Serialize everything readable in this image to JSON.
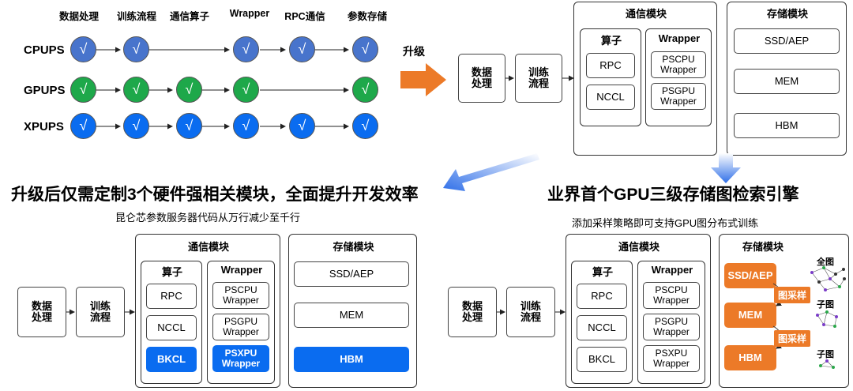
{
  "matrix": {
    "headers": [
      "数据处理",
      "训练流程",
      "通信算子",
      "Wrapper",
      "RPC通信",
      "参数存储"
    ],
    "rows": [
      {
        "label": "CPUPS",
        "cls": "c-cpu",
        "cells": [
          1,
          1,
          0,
          1,
          1,
          1
        ]
      },
      {
        "label": "GPUPS",
        "cls": "c-gpu",
        "cells": [
          1,
          1,
          1,
          1,
          0,
          1
        ]
      },
      {
        "label": "XPUPS",
        "cls": "c-xpu",
        "cells": [
          1,
          1,
          1,
          1,
          1,
          1
        ]
      }
    ],
    "check": "√"
  },
  "upgrade_label": "升级",
  "arch_top": {
    "data_proc": "数据\n处理",
    "train": "训练\n流程",
    "comm_title": "通信模块",
    "op_title": "算子",
    "wrapper_title": "Wrapper",
    "ops": [
      "RPC",
      "NCCL"
    ],
    "wrappers": [
      "PSCPU\nWrapper",
      "PSGPU\nWrapper"
    ],
    "storage_title": "存储模块",
    "storage": [
      "SSD/AEP",
      "MEM",
      "HBM"
    ]
  },
  "left": {
    "title": "升级后仅需定制3个硬件强相关模块，全面提升开发效率",
    "subtitle": "昆仑芯参数服务器代码从万行减少至千行",
    "data_proc": "数据\n处理",
    "train": "训练\n流程",
    "comm_title": "通信模块",
    "op_title": "算子",
    "wrapper_title": "Wrapper",
    "ops": [
      "RPC",
      "NCCL",
      "BKCL"
    ],
    "wrappers": [
      "PSCPU\nWrapper",
      "PSGPU\nWrapper",
      "PSXPU\nWrapper"
    ],
    "storage_title": "存储模块",
    "storage": [
      "SSD/AEP",
      "MEM",
      "HBM"
    ]
  },
  "right": {
    "title": "业界首个GPU三级存储图检索引擎",
    "subtitle": "添加采样策略即可支持GPU图分布式训练",
    "data_proc": "数据\n处理",
    "train": "训练\n流程",
    "comm_title": "通信模块",
    "op_title": "算子",
    "wrapper_title": "Wrapper",
    "ops": [
      "RPC",
      "NCCL",
      "BKCL"
    ],
    "wrappers": [
      "PSCPU\nWrapper",
      "PSGPU\nWrapper",
      "PSXPU\nWrapper"
    ],
    "storage_title": "存储模块",
    "storage": [
      "SSD/AEP",
      "MEM",
      "HBM"
    ],
    "sample_tag": "图采样",
    "graph_labels": [
      "全图",
      "子图",
      "子图"
    ]
  },
  "colors": {
    "accent_blue": "#0a6cf0",
    "accent_orange": "#ec7a28",
    "cpu": "#4874cc",
    "gpu": "#1ea84a"
  }
}
